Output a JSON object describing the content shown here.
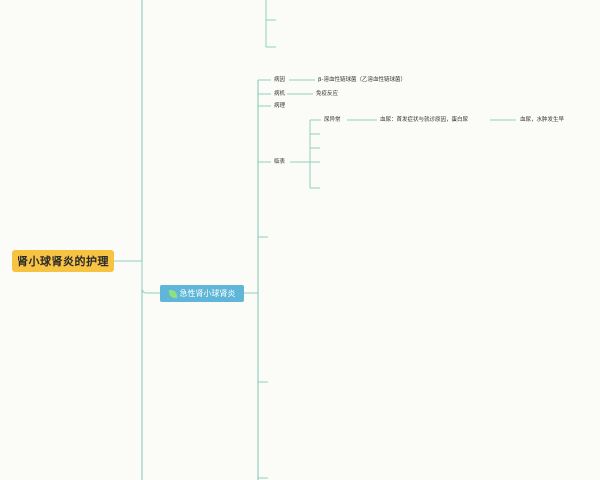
{
  "mindmap": {
    "root": {
      "label": "肾小球肾炎的护理"
    },
    "main_topic": {
      "label": "急性肾小球肾炎",
      "icon": "leaf-icon"
    },
    "branches": {
      "etiology": {
        "label": "病因",
        "child": "β-溶血性链球菌（乙溶血性链球菌）"
      },
      "pathogenesis": {
        "label": "病机",
        "child": "免疫反应"
      },
      "pathology": {
        "label": "病理"
      },
      "clinical": {
        "label": "临表",
        "urine": {
          "label": "尿异常",
          "hematuria": "血尿：首发症状与就诊原因，蛋白尿",
          "hematuria_next": "血尿，水肿发生早"
        }
      }
    },
    "colors": {
      "root_bg": "#f7c343",
      "main_bg": "#5fb6d8",
      "connector": "#8fcfc2",
      "background": "#fbfbf8"
    }
  }
}
